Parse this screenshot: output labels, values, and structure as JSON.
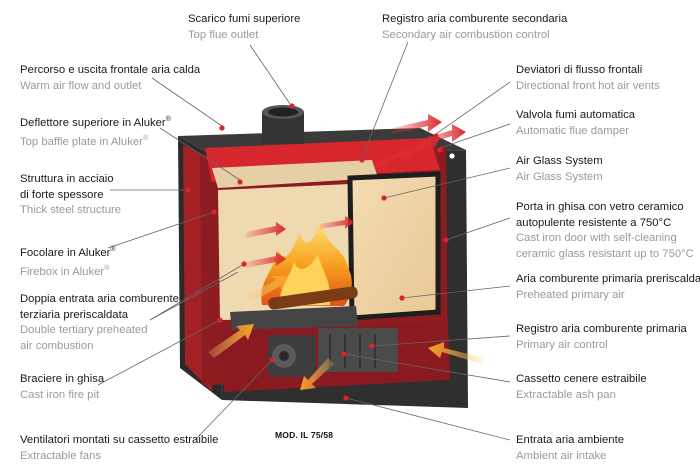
{
  "model": "MOD. IL 75/58",
  "colors": {
    "red": "#d7262e",
    "dark": "#2b2b2b",
    "fire": "#f5a020",
    "leader": "#555555"
  },
  "labels": {
    "scarico": {
      "it": "Scarico fumi superiore",
      "en": "Top flue outlet"
    },
    "registro_sec": {
      "it": "Registro aria comburente secondaria",
      "en": "Secondary air combustion control"
    },
    "percorso": {
      "it": "Percorso e uscita frontale aria calda",
      "en": "Warm air flow and outlet"
    },
    "deviatori": {
      "it": "Deviatori di flusso frontali",
      "en": "Directional front hot air vents"
    },
    "deflettore": {
      "it": "Deflettore superiore in Aluker",
      "en": "Top baffle plate in Aluker",
      "reg": "®"
    },
    "valvola": {
      "it": "Valvola fumi automatica",
      "en": "Automatic flue damper"
    },
    "struttura": {
      "it1": "Struttura in acciaio",
      "it2": "di forte spessore",
      "en": "Thick steel structure"
    },
    "airglass": {
      "it": "Air Glass System",
      "en": "Air Glass System"
    },
    "porta": {
      "it1": "Porta in ghisa con vetro ceramico",
      "it2": "autopulente resistente a 750°C",
      "en1": "Cast iron door with self-cleaning",
      "en2": "ceramic glass resistant up to 750°C"
    },
    "focolare": {
      "it": "Focolare in Aluker",
      "en": "Firebox in Aluker",
      "reg": "®"
    },
    "aria_prim": {
      "it": "Aria comburente primaria preriscaldata",
      "en": "Preheated primary air"
    },
    "doppia": {
      "it1": "Doppia entrata aria comburente",
      "it2": "terziaria preriscaldata",
      "en1": "Double tertiary preheated",
      "en2": "air combustion"
    },
    "registro_prim": {
      "it": "Registro aria comburente primaria",
      "en": "Primary air control"
    },
    "braciere": {
      "it": "Braciere in ghisa",
      "en": "Cast iron fire pit"
    },
    "cassetto": {
      "it": "Cassetto cenere estraibile",
      "en": "Extractable ash pan"
    },
    "ventilatori": {
      "it": "Ventilatori montati su cassetto estraibile",
      "en": "Extractable fans"
    },
    "entrata": {
      "it": "Entrata aria ambiente",
      "en": "Ambient air intake"
    }
  }
}
